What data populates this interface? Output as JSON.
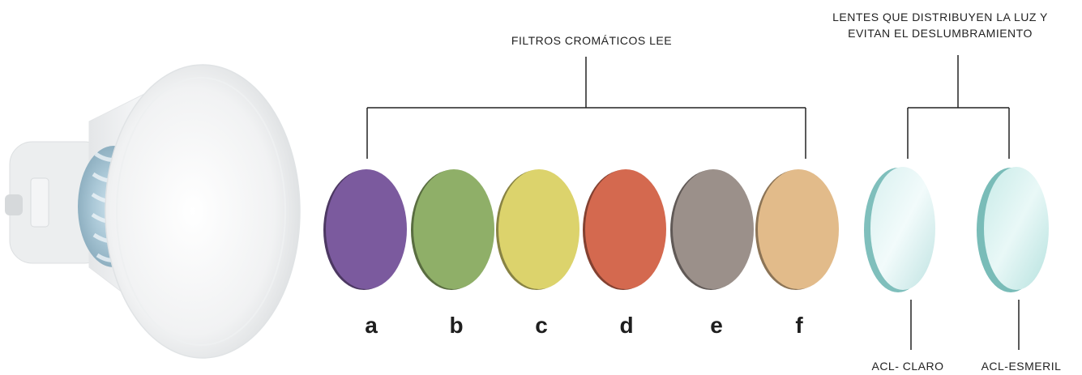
{
  "filters_title": "FILTROS CROMÁTICOS LEE",
  "lenses_title": {
    "line1": "LENTES QUE DISTRIBUYEN LA LUZ Y",
    "line2": "EVITAN EL DESLUMBRAMIENTO"
  },
  "filters": [
    {
      "letter": "a",
      "color": "#7b5a9e"
    },
    {
      "letter": "b",
      "color": "#8faf68"
    },
    {
      "letter": "c",
      "color": "#dcd36c"
    },
    {
      "letter": "d",
      "color": "#d4694f"
    },
    {
      "letter": "e",
      "color": "#9b908a"
    },
    {
      "letter": "f",
      "color": "#e2bb8a"
    }
  ],
  "lenses": [
    {
      "label": "ACL- CLARO",
      "color": "#bfe3e2"
    },
    {
      "label": "ACL-ESMERIL",
      "color": "#b6e2df"
    }
  ]
}
